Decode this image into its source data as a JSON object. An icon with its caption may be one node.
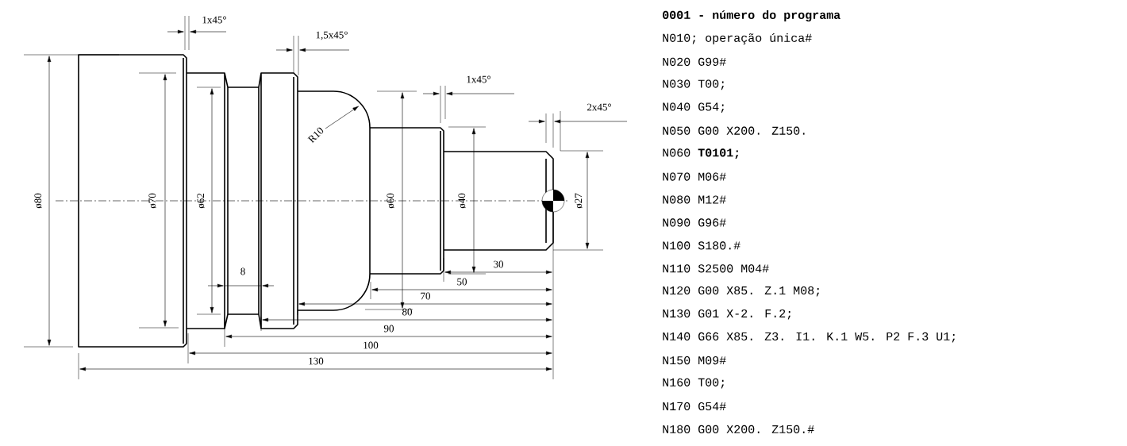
{
  "diagram": {
    "labels": [
      "1x45°",
      "1,5x45°",
      "1x45°",
      "2x45°",
      "R10",
      "ø80",
      "ø70",
      "ø62",
      "ø60",
      "ø40",
      "ø27",
      "8",
      "30",
      "50",
      "70",
      "80",
      "90",
      "100",
      "130",
      "0001 - número do programa",
      "N010; operação única#",
      "N020 G99#",
      "N030 T00;",
      "N040 G54;",
      "N050 G00 X200. Z150.",
      "N060 **T0101;**",
      "N070 M06#",
      "N080 M12#",
      "N090 G96#",
      "N100 S180.#",
      "N110 S2500 M04#",
      "N120 G00 X85. Z.1 M08;",
      "N130 G01 X-2. F.2;",
      "N140 G66 X85. Z3. I1. K.1 W5. P2 F.3 U1;",
      "N150 M09#",
      "N160 T00;",
      "N170 G54#",
      "N180 G00 X200. Z150.#"
    ]
  }
}
